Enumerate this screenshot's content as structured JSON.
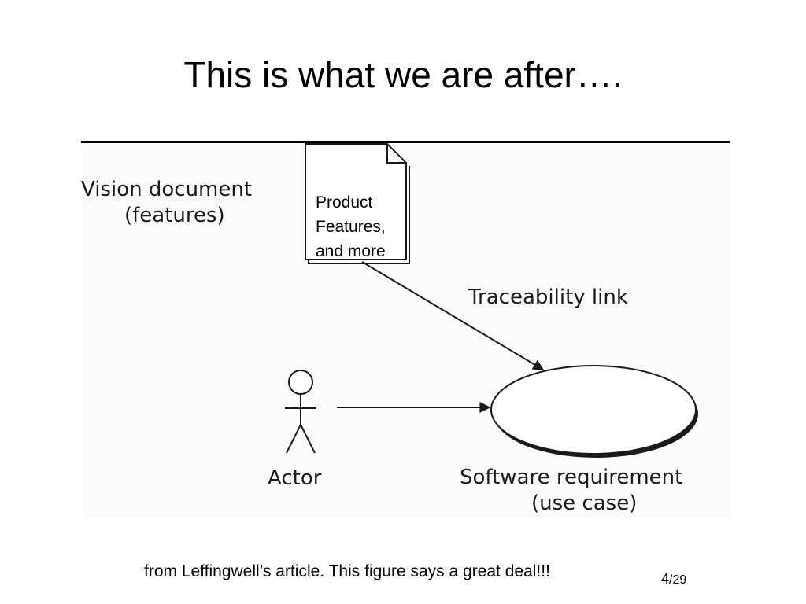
{
  "slide": {
    "title": "This is what we are after….",
    "footer_note": "from Leffingwell’s article.  This figure says a great deal!!!",
    "page_current": "4",
    "page_total": "/29"
  },
  "diagram": {
    "vision_label_line1": "Vision document",
    "vision_label_line2": "(features)",
    "doc_text_line1": "Product",
    "doc_text_line2": "Features,",
    "doc_text_line3": "and more",
    "trace_label": "Traceability link",
    "actor_label": "Actor",
    "usecase_label_line1": "Software requirement",
    "usecase_label_line2": "(use case)"
  },
  "colors": {
    "ink": "#1a1a1a",
    "background": "#ffffff"
  },
  "icons": [
    "document-icon",
    "actor-icon",
    "use-case-ellipse",
    "arrow-icon"
  ]
}
